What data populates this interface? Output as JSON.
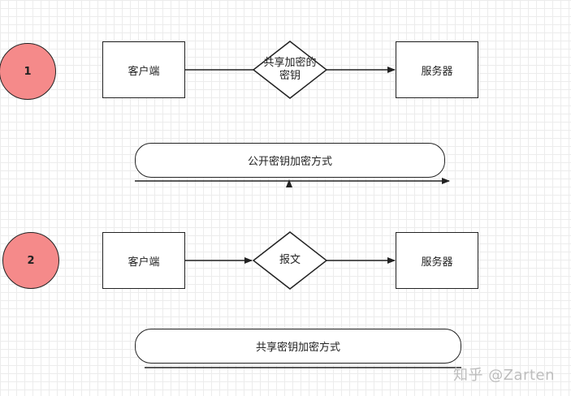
{
  "diagram": {
    "step1": {
      "number": "1",
      "client": "客户端",
      "key_line1": "共享加密的",
      "key_line2": "密钥",
      "server": "服务器",
      "method": "公开密钥加密方式"
    },
    "step2": {
      "number": "2",
      "client": "客户端",
      "message": "报文",
      "server": "服务器",
      "method": "共享密钥加密方式"
    }
  },
  "watermark": "知乎 @Zarten",
  "colors": {
    "step_circle": "#f58a8a",
    "stroke": "#222222",
    "grid": "#ececec"
  }
}
